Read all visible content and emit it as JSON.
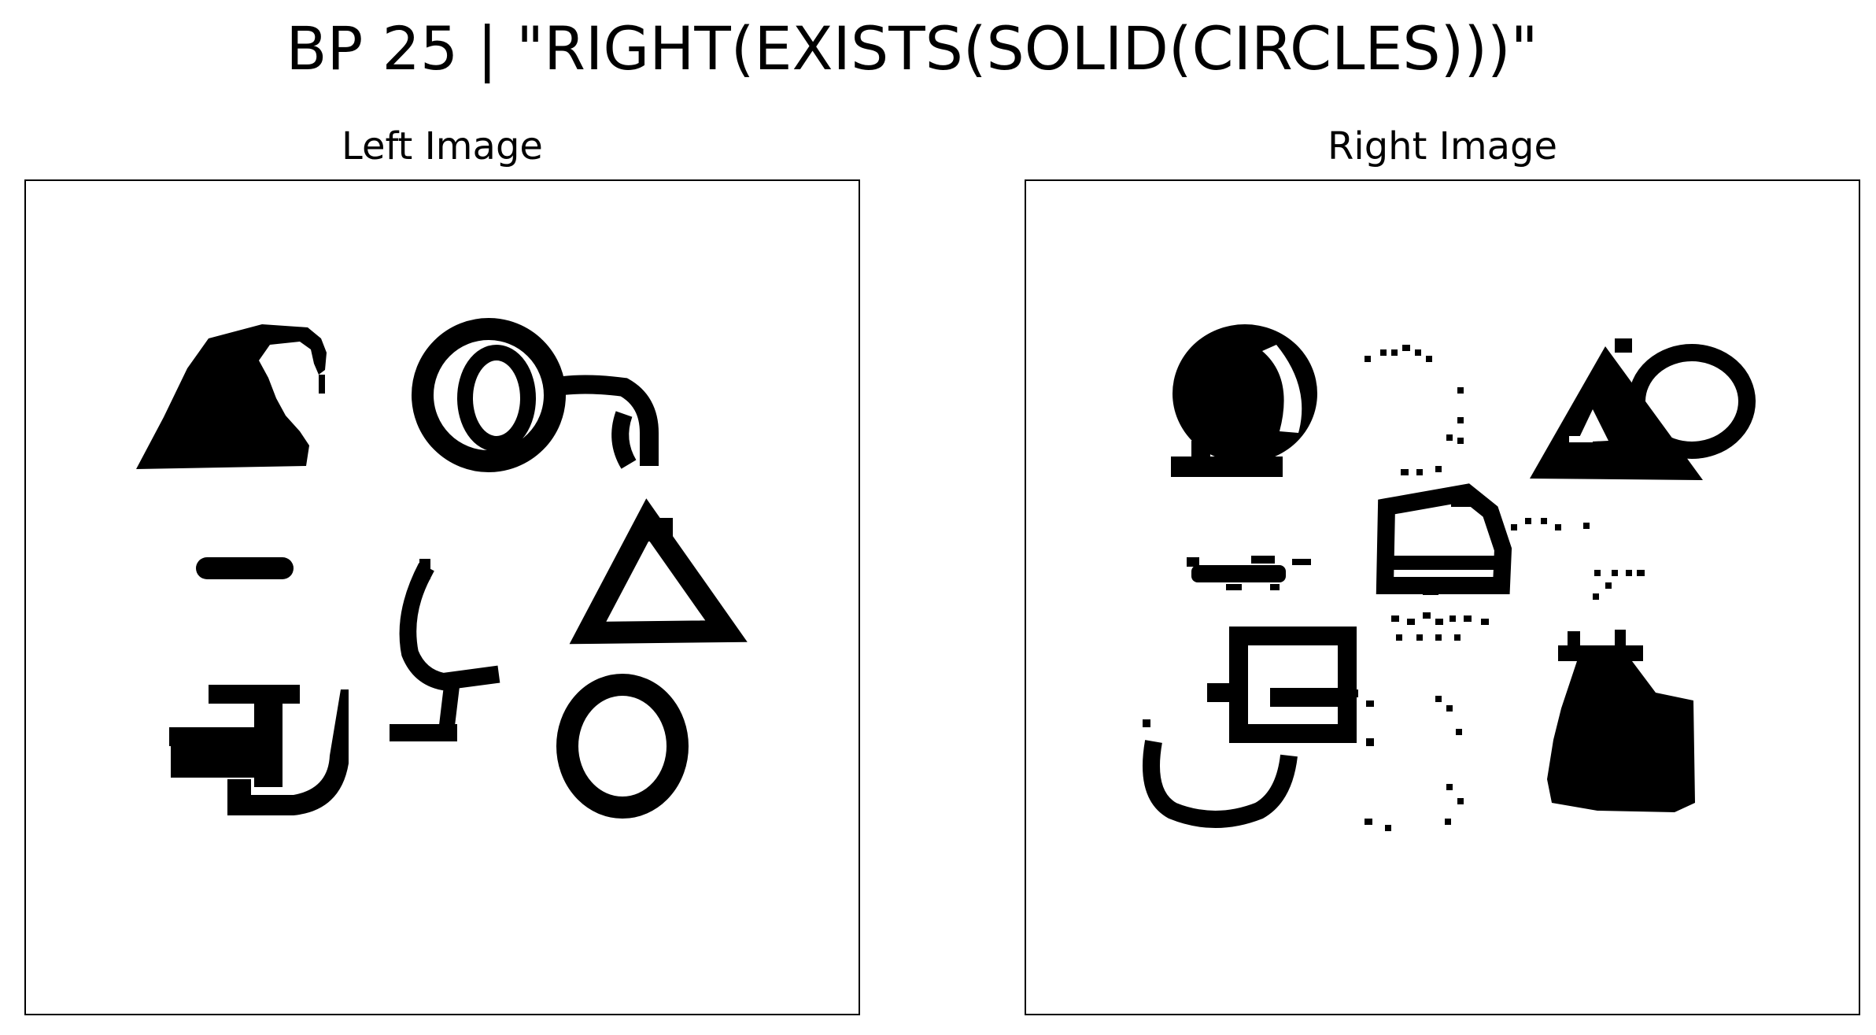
{
  "figure": {
    "title": "BP 25 | \"RIGHT(EXISTS(SOLID(CIRCLES)))\""
  },
  "panels": {
    "left": {
      "title": "Left Image"
    },
    "right": {
      "title": "Right Image"
    }
  },
  "colors": {
    "ink": "#000000",
    "background": "#ffffff"
  }
}
